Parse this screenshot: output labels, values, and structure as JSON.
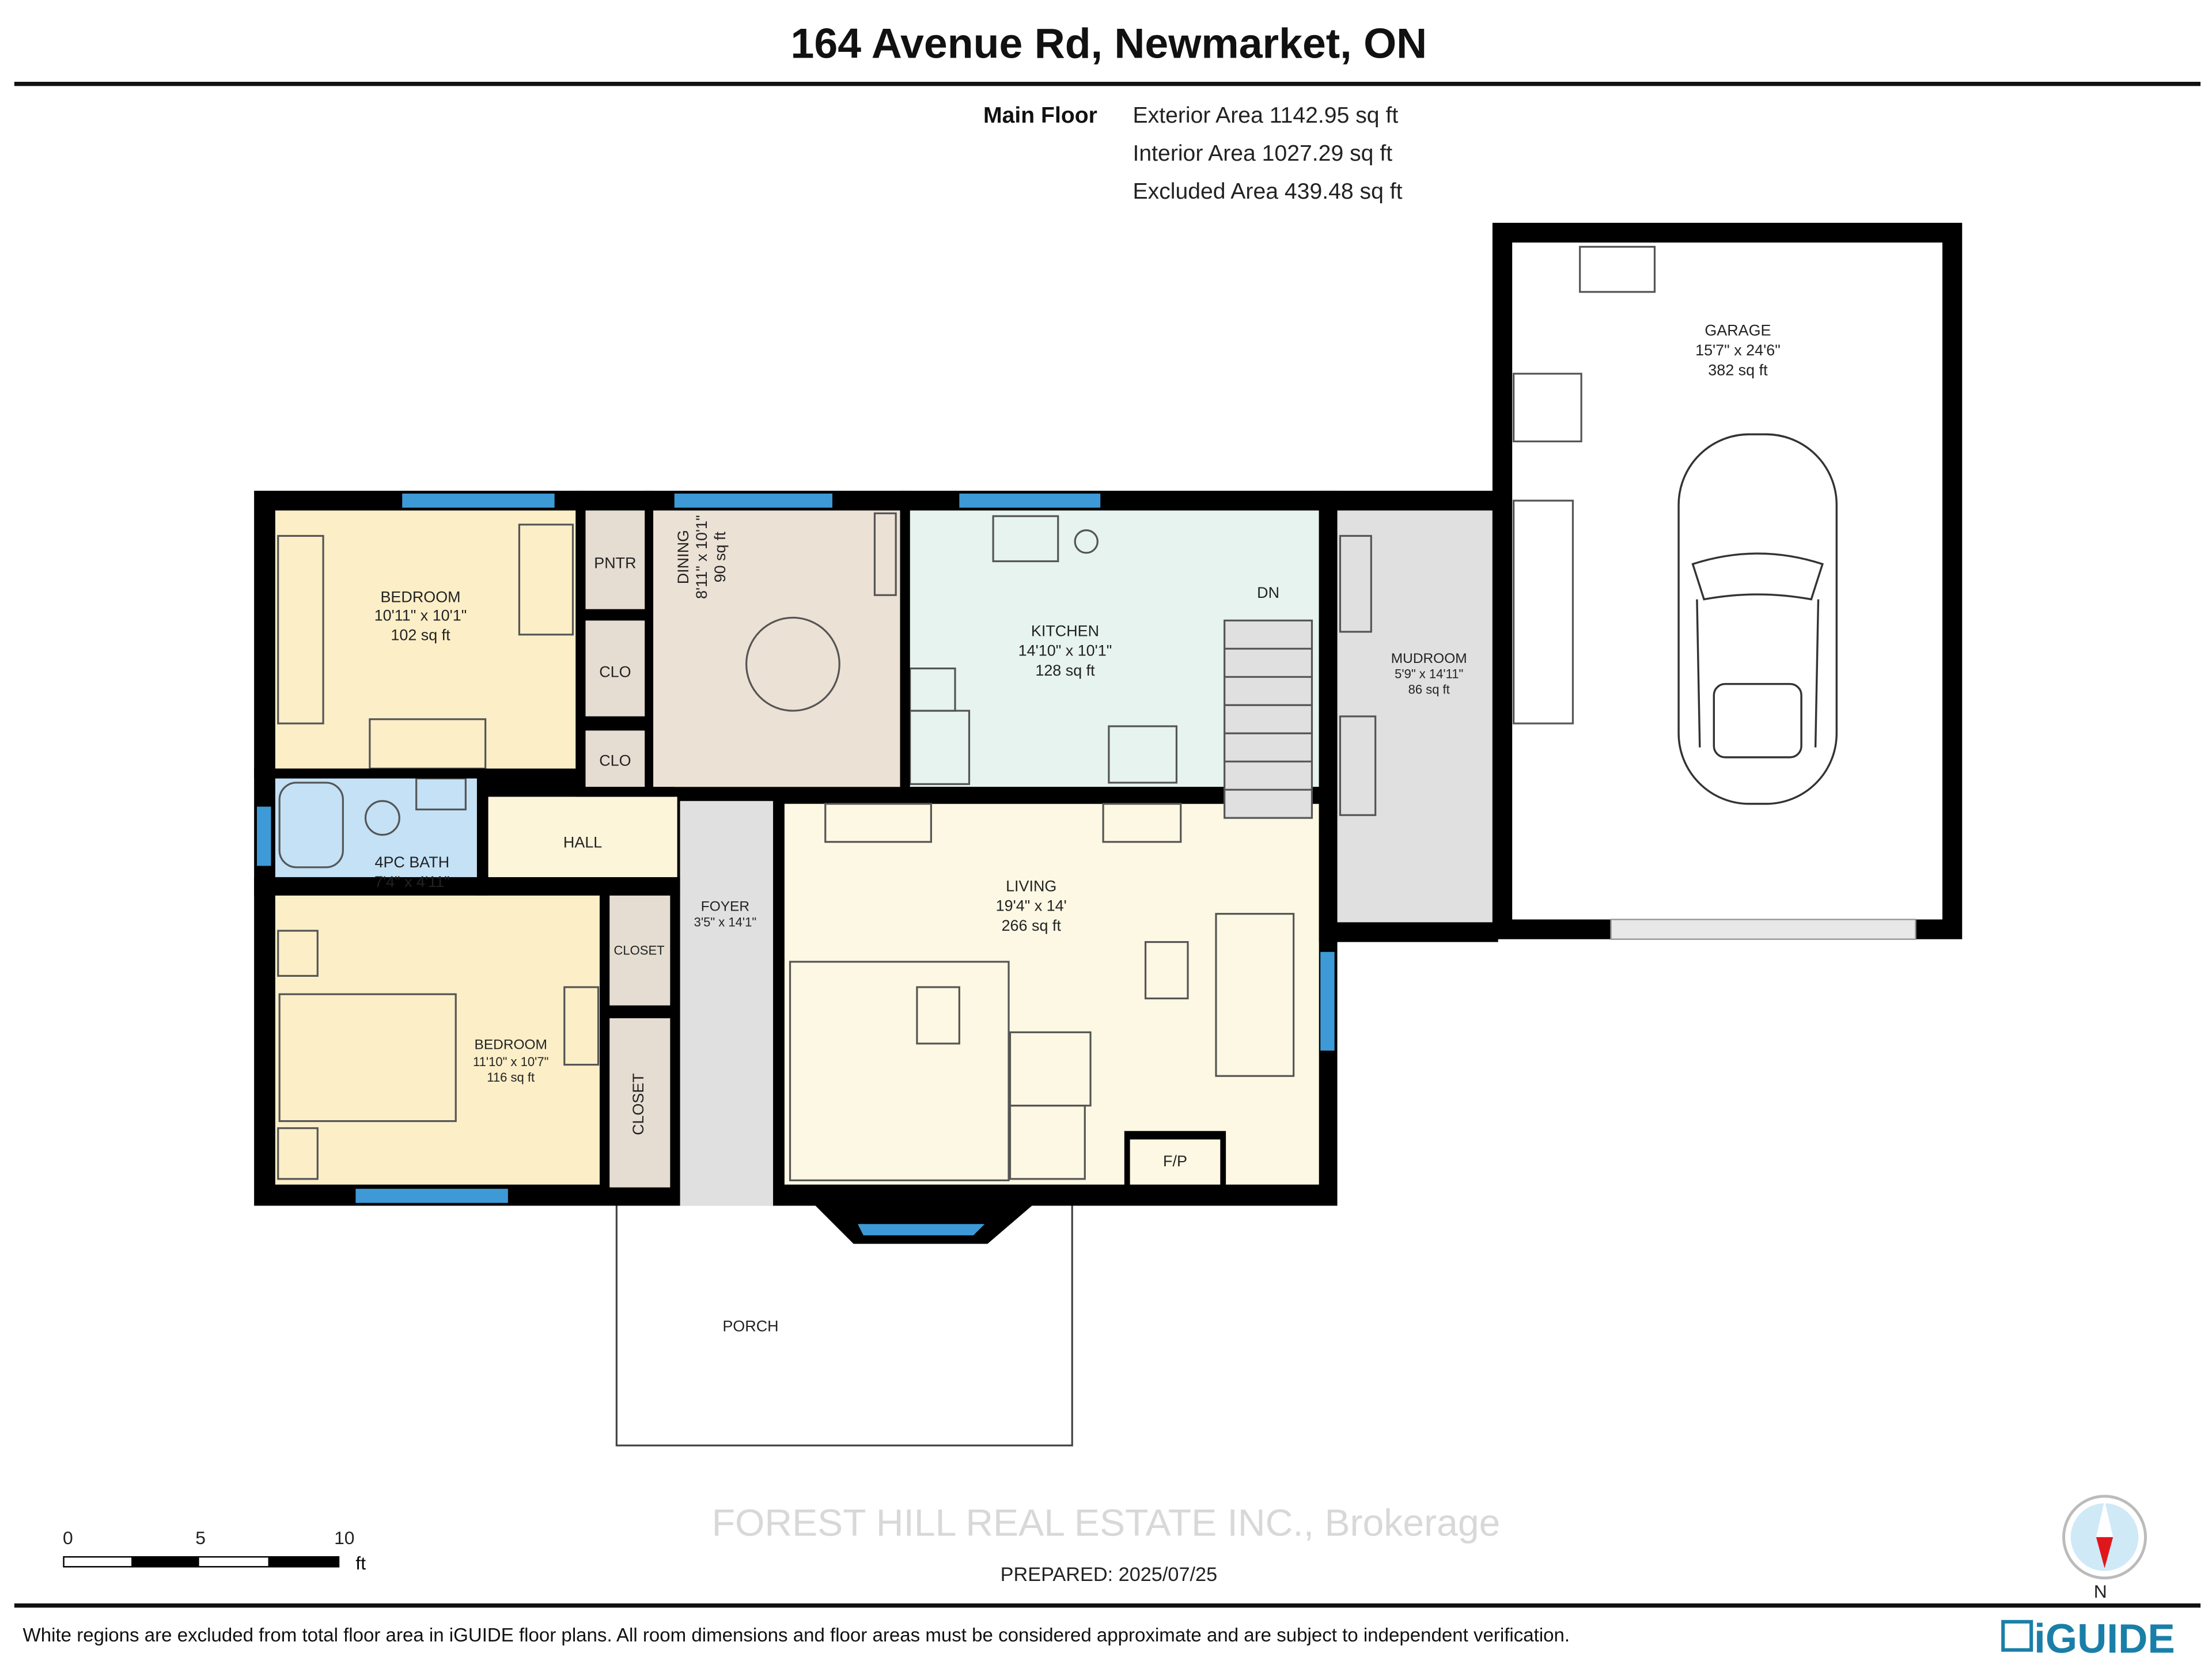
{
  "title": "164 Avenue Rd, Newmarket, ON",
  "summary": {
    "floor": "Main Floor",
    "exterior": "Exterior Area 1142.95 sq ft",
    "interior": "Interior Area 1027.29 sq ft",
    "excluded": "Excluded Area 439.48 sq ft"
  },
  "rooms": {
    "bedroom1": {
      "name": "BEDROOM",
      "dims": "10'11\" x 10'1\"",
      "area": "102 sq ft"
    },
    "pantry": {
      "name": "PNTR"
    },
    "clo1": {
      "name": "CLO"
    },
    "clo2": {
      "name": "CLO"
    },
    "dining": {
      "name": "DINING",
      "dims": "8'11\" x 10'1\"",
      "area": "90 sq ft"
    },
    "kitchen": {
      "name": "KITCHEN",
      "dims": "14'10\" x 10'1\"",
      "area": "128 sq ft"
    },
    "stairs": {
      "name": "DN"
    },
    "bath": {
      "name": "4PC BATH",
      "dims": "7'4\" x 4'11\""
    },
    "hall": {
      "name": "HALL"
    },
    "bedroom2": {
      "name": "BEDROOM",
      "dims": "11'10\" x 10'7\"",
      "area": "116 sq ft"
    },
    "closet1": {
      "name": "CLOSET"
    },
    "closet2": {
      "name": "CLOSET"
    },
    "foyer": {
      "name": "FOYER",
      "dims": "3'5\" x 14'1\""
    },
    "living": {
      "name": "LIVING",
      "dims": "19'4\" x 14'",
      "area": "266 sq ft"
    },
    "fireplace": {
      "name": "F/P"
    },
    "mudroom": {
      "name": "MUDROOM",
      "dims": "5'9\" x 14'11\"",
      "area": "86 sq ft"
    },
    "garage": {
      "name": "GARAGE",
      "dims": "15'7\" x 24'6\"",
      "area": "382 sq ft"
    },
    "porch": {
      "name": "PORCH"
    }
  },
  "scale": {
    "ticks": [
      "0",
      "5",
      "10"
    ],
    "unit": "ft"
  },
  "watermark": "FOREST HILL REAL ESTATE INC., Brokerage",
  "prepared": "PREPARED: 2025/07/25",
  "compass": {
    "label": "N"
  },
  "disclaimer": "White regions are excluded from total floor area in iGUIDE floor plans. All room dimensions and floor areas must be considered approximate and are subject to independent verification.",
  "logo": "iGUIDE",
  "colors": {
    "bedroom": "#fcefc8",
    "closet": "#e6ddd2",
    "dining": "#ece1d5",
    "kitchen": "#e6f3ef",
    "bath": "#c4e1f6",
    "hall": "#fdf5da",
    "living": "#fdf8e3",
    "grey": "#e0e0e0",
    "window": "#3e9ad6",
    "logo": "#1a7fa8"
  }
}
